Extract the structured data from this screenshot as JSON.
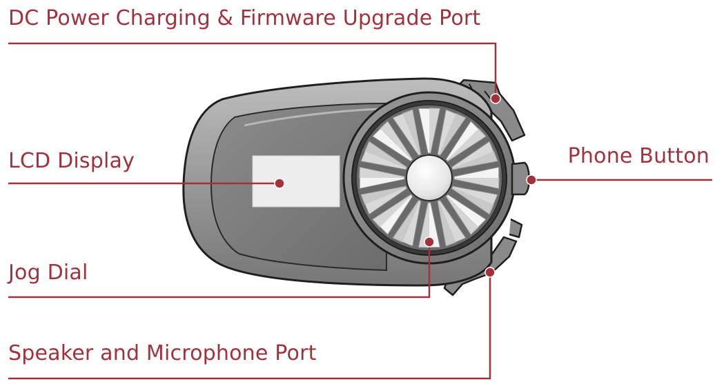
{
  "colors": {
    "accent": "#a3313c",
    "outline": "#1e1e1e"
  },
  "labels": {
    "dc_port": "DC Power Charging & Firmware Upgrade Port",
    "lcd_display": "LCD Display",
    "phone_button": "Phone Button",
    "jog_dial": "Jog Dial",
    "speaker_mic_port": "Speaker and Microphone Port"
  }
}
